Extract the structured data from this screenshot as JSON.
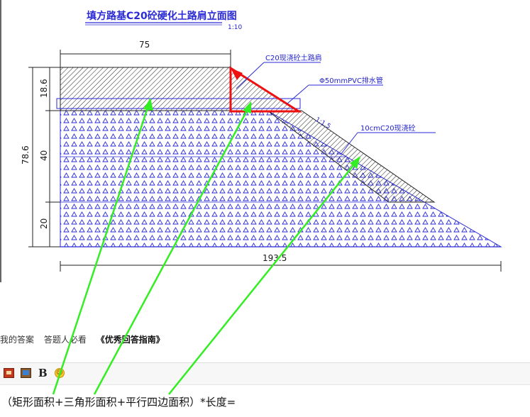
{
  "drawing": {
    "title": "填方路基C20砼硬化土路肩立面图",
    "scale": "1:10",
    "dims": {
      "top_width": "75",
      "left_total": "78.6",
      "upper_height": "18.6",
      "mid_height": "40",
      "bottom_height": "20",
      "bottom_width": "193.5",
      "slope": "1:1.5"
    },
    "callouts": {
      "shoulder": "C20现浇砼土路肩",
      "pipe": "Φ50mmPVC排水管",
      "slope_concrete": "10cmC20现浇砼"
    }
  },
  "answer_bar": {
    "my_answer": "我的答案",
    "must_read": "答题人必看",
    "guide": "《优秀回答指南》"
  },
  "toolbar": {
    "bold": "B",
    "emoji": "☺"
  },
  "answer_text": "（矩形面积+三角形面积+平行四边面积）*长度=",
  "colors": {
    "cad_blue": "#2222cc",
    "highlight_red": "#ee1111",
    "arrow_green": "#33ee22"
  }
}
